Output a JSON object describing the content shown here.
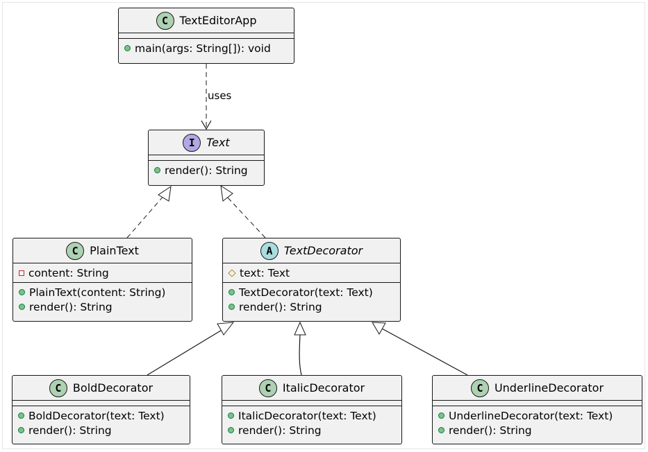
{
  "diagram": {
    "classes": {
      "text_editor_app": {
        "stereotype": "C",
        "name": "TextEditorApp",
        "fields": [],
        "methods": [
          {
            "visibility": "public",
            "text": "main(args: String[]): void"
          }
        ]
      },
      "text": {
        "stereotype": "I",
        "name": "Text",
        "fields": [],
        "methods": [
          {
            "visibility": "public",
            "text": "render(): String"
          }
        ]
      },
      "plain_text": {
        "stereotype": "C",
        "name": "PlainText",
        "fields": [
          {
            "visibility": "private",
            "text": "content: String"
          }
        ],
        "methods": [
          {
            "visibility": "public",
            "text": "PlainText(content: String)"
          },
          {
            "visibility": "public",
            "text": "render(): String"
          }
        ]
      },
      "text_decorator": {
        "stereotype": "A",
        "name": "TextDecorator",
        "fields": [
          {
            "visibility": "protected",
            "text": "text: Text"
          }
        ],
        "methods": [
          {
            "visibility": "public",
            "text": "TextDecorator(text: Text)"
          },
          {
            "visibility": "public",
            "text": "render(): String"
          }
        ]
      },
      "bold_decorator": {
        "stereotype": "C",
        "name": "BoldDecorator",
        "fields": [],
        "methods": [
          {
            "visibility": "public",
            "text": "BoldDecorator(text: Text)"
          },
          {
            "visibility": "public",
            "text": "render(): String"
          }
        ]
      },
      "italic_decorator": {
        "stereotype": "C",
        "name": "ItalicDecorator",
        "fields": [],
        "methods": [
          {
            "visibility": "public",
            "text": "ItalicDecorator(text: Text)"
          },
          {
            "visibility": "public",
            "text": "render(): String"
          }
        ]
      },
      "underline_decorator": {
        "stereotype": "C",
        "name": "UnderlineDecorator",
        "fields": [],
        "methods": [
          {
            "visibility": "public",
            "text": "UnderlineDecorator(text: Text)"
          },
          {
            "visibility": "public",
            "text": "render(): String"
          }
        ]
      }
    },
    "relations": [
      {
        "from": "TextEditorApp",
        "to": "Text",
        "kind": "dependency",
        "label": "uses"
      },
      {
        "from": "PlainText",
        "to": "Text",
        "kind": "realization"
      },
      {
        "from": "TextDecorator",
        "to": "Text",
        "kind": "realization"
      },
      {
        "from": "BoldDecorator",
        "to": "TextDecorator",
        "kind": "inheritance"
      },
      {
        "from": "ItalicDecorator",
        "to": "TextDecorator",
        "kind": "inheritance"
      },
      {
        "from": "UnderlineDecorator",
        "to": "TextDecorator",
        "kind": "inheritance"
      }
    ],
    "colors": {
      "class_fill": "#f1f1f1",
      "border": "#181818",
      "class_badge": "#add1b2",
      "interface_badge": "#b4a7e5",
      "abstract_badge": "#a9dcdf",
      "public_marker": "#84be84",
      "private_marker": "#c82930",
      "protected_marker": "#b38d22"
    }
  }
}
